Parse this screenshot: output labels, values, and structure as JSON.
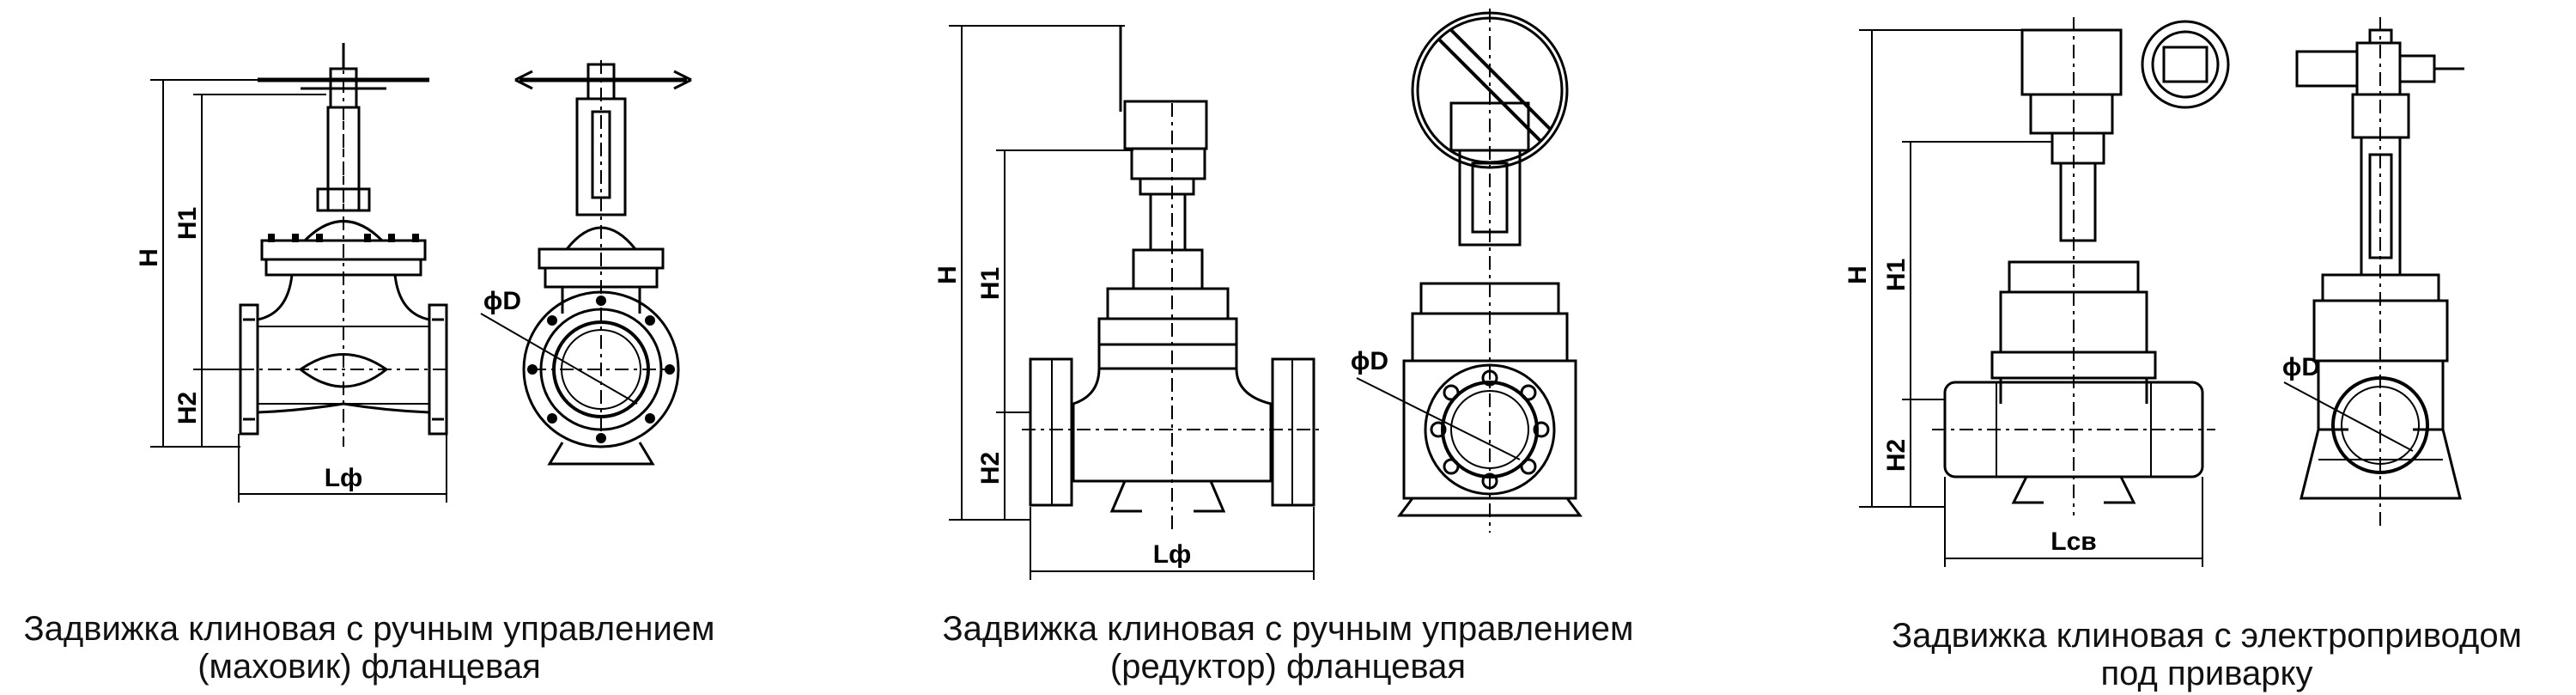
{
  "panels": [
    {
      "caption_line1": "Задвижка клиновая с ручным управлением",
      "caption_line2": "(маховик) фланцевая",
      "dims": {
        "h": "H",
        "h1": "H1",
        "h2": "H2",
        "length": "Lф",
        "diameter": "ϕD"
      }
    },
    {
      "caption_line1": "Задвижка клиновая с ручным управлением",
      "caption_line2": "(редуктор) фланцевая",
      "dims": {
        "h": "H",
        "h1": "H1",
        "h2": "H2",
        "length": "Lф",
        "diameter": "ϕD"
      }
    },
    {
      "caption_line1": "Задвижка клиновая с электроприводом",
      "caption_line2": "под приварку",
      "dims": {
        "h": "H",
        "h1": "H1",
        "h2": "H2",
        "length": "Lсв",
        "diameter": "ϕD"
      }
    }
  ],
  "line_color": "#000000"
}
